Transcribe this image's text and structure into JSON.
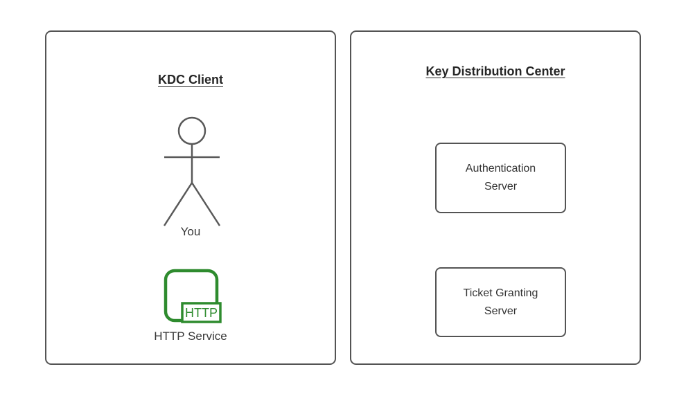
{
  "diagram": {
    "left_panel": {
      "title": "KDC Client",
      "actor_label": "You",
      "service_label": "HTTP Service",
      "service_icon_text": "HTTP"
    },
    "right_panel": {
      "title": "Key Distribution Center",
      "boxes": [
        {
          "lines": [
            "Authentication",
            "Server"
          ]
        },
        {
          "lines": [
            "Ticket Granting",
            "Server"
          ]
        }
      ]
    },
    "colors": {
      "panel_border": "#545454",
      "figure_stroke": "#595959",
      "service_green": "#2e8b2e",
      "title_text": "#262626",
      "label_text": "#383838"
    }
  }
}
